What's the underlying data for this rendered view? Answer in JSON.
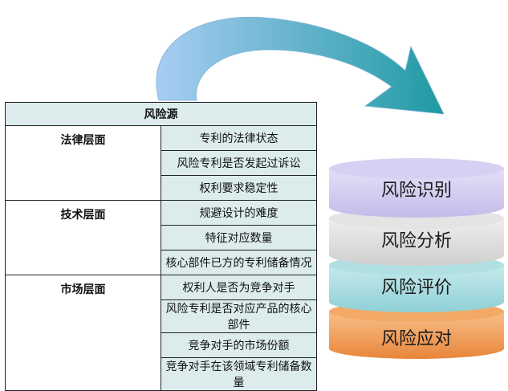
{
  "table": {
    "header": "风险源",
    "categories": [
      {
        "label": "法律层面",
        "items": [
          "专利的法律状态",
          "风险专利是否发起过诉讼",
          "权利要求稳定性"
        ]
      },
      {
        "label": "技术层面",
        "items": [
          "规避设计的难度",
          "特征对应数量",
          "核心部件已方的专利储备情况"
        ]
      },
      {
        "label": "市场层面",
        "items": [
          "权利人是否为竞争对手",
          "风险专利是否对应产品的核心部件",
          "竞争对手的市场份额",
          "竞争对手在该领域专利储备数量"
        ]
      }
    ]
  },
  "stages": [
    {
      "label": "风险识别",
      "color": "#c9c3ec"
    },
    {
      "label": "风险分析",
      "color": "#d5d5d5"
    },
    {
      "label": "风险评价",
      "color": "#9fd7dc"
    },
    {
      "label": "风险应对",
      "color": "#ee9a4f"
    }
  ],
  "arrow": {
    "color_start": "#a8cdf2",
    "color_end": "#1f9aa2"
  }
}
